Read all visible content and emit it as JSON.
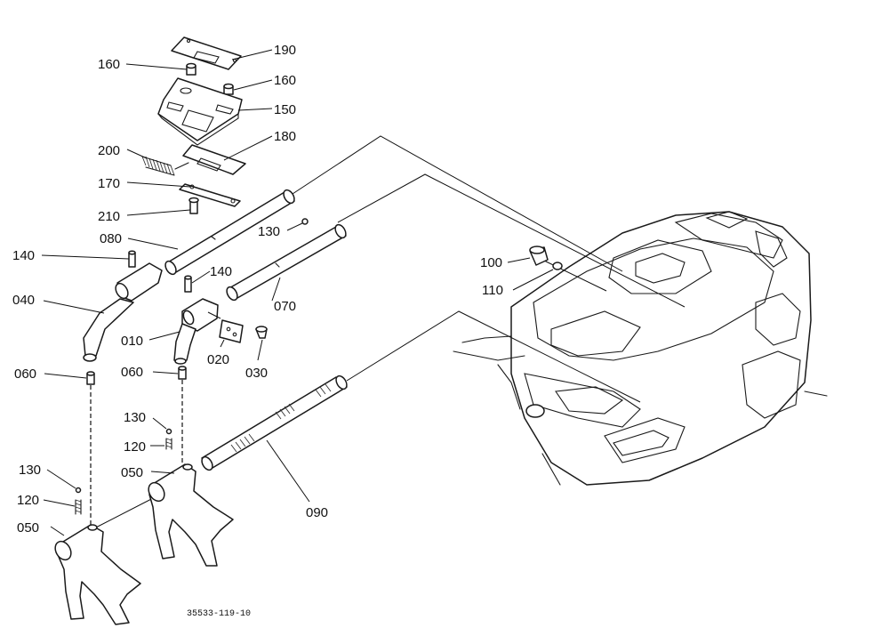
{
  "labels": {
    "p190": "190",
    "p160a": "160",
    "p160b": "160",
    "p150": "150",
    "p180": "180",
    "p200": "200",
    "p170": "170",
    "p210": "210",
    "p080": "080",
    "p130a": "130",
    "p140a": "140",
    "p140b": "140",
    "p070": "070",
    "p040": "040",
    "p010": "010",
    "p020": "020",
    "p030": "030",
    "p060a": "060",
    "p060b": "060",
    "p130b": "130",
    "p120a": "120",
    "p130c": "130",
    "p120b": "120",
    "p050a": "050",
    "p050b": "050",
    "p090": "090",
    "p100": "100",
    "p110": "110"
  },
  "drawing_code": "35533-119-10"
}
